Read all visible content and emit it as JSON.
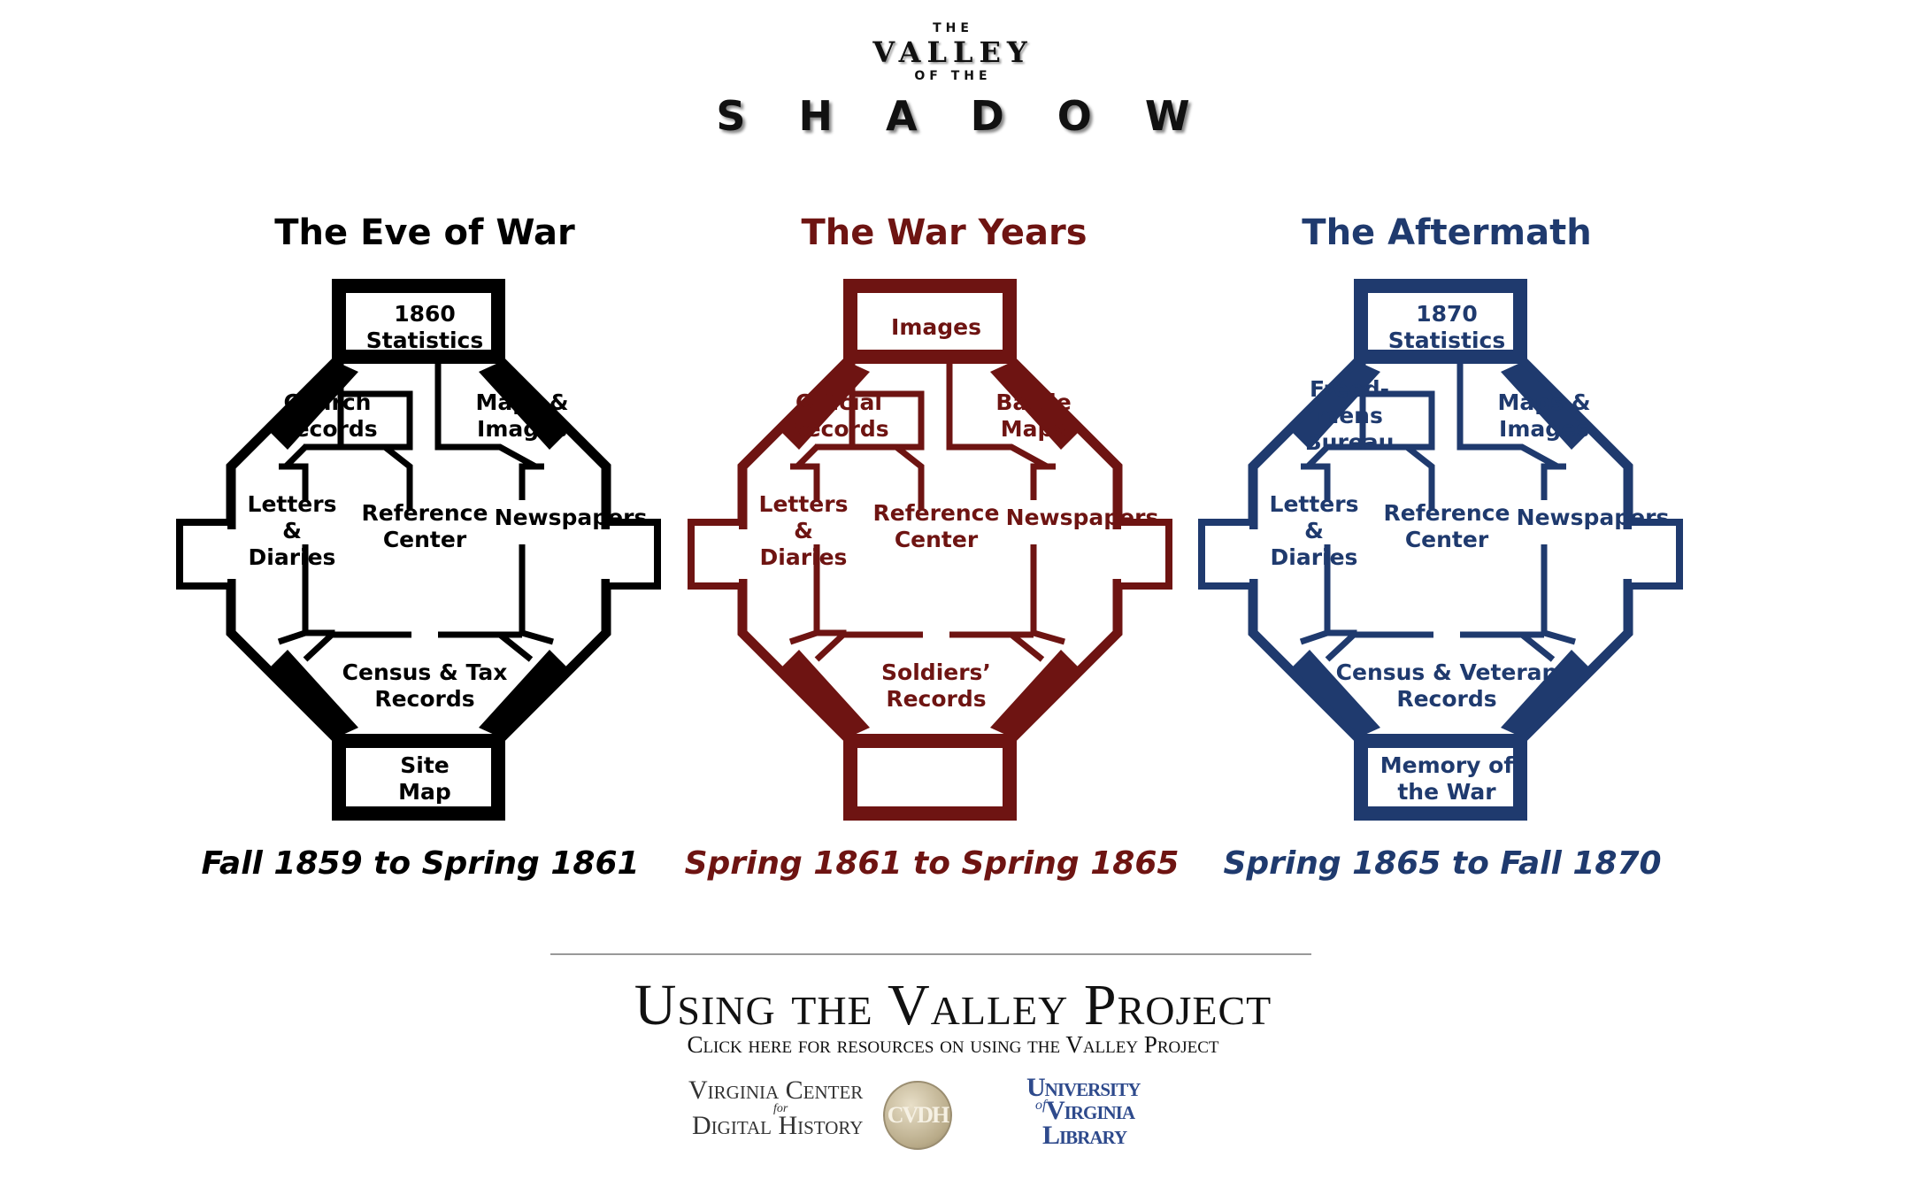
{
  "header": {
    "logo_the": "THE",
    "logo_valley": "VALLEY",
    "logo_of_the": "OF THE",
    "logo_shadow": "SHADOW"
  },
  "periods": [
    {
      "title": "The Eve of War",
      "dates": "Fall 1859 to Spring 1861",
      "color": "#000000",
      "rooms": {
        "top": "1860\nStatistics",
        "upper_left": "Church\nRecords",
        "upper_right": "Maps &\nImages",
        "left": "Letters\n&\nDiaries",
        "center": "Reference\nCenter",
        "right": "Newspapers",
        "lower": "Census & Tax\nRecords",
        "bottom": "Site\nMap"
      }
    },
    {
      "title": "The War Years",
      "dates": "Spring 1861 to Spring 1865",
      "color": "#6e1412",
      "rooms": {
        "top": "Images",
        "upper_left": "Official\nRecords",
        "upper_right": "Battle\nMaps",
        "left": "Letters\n&\nDiaries",
        "center": "Reference\nCenter",
        "right": "Newspapers",
        "lower": "Soldiers’\nRecords",
        "bottom": ""
      }
    },
    {
      "title": "The Aftermath",
      "dates": "Spring 1865 to Fall 1870",
      "color": "#1f3a6e",
      "rooms": {
        "top": "1870\nStatistics",
        "upper_left": "Freed-\nmens\nBureau",
        "upper_right": "Maps &\nImages",
        "left": "Letters\n&\nDiaries",
        "center": "Reference\nCenter",
        "right": "Newspapers",
        "lower": "Census & Veteran\nRecords",
        "bottom": "Memory of\nthe War"
      }
    }
  ],
  "footer": {
    "using_title": "Using the Valley Project",
    "using_subtitle": "Click here for resources on using the Valley Project",
    "vcdh_line1": "Virginia Center",
    "vcdh_for": "for",
    "vcdh_line2": "Digital History",
    "vcdh_seal": "CVDH",
    "uva_line1": "University",
    "uva_of": "of",
    "uva_line2": "Virginia",
    "uva_line3": "Library",
    "uva_color": "#2e4a8c"
  }
}
